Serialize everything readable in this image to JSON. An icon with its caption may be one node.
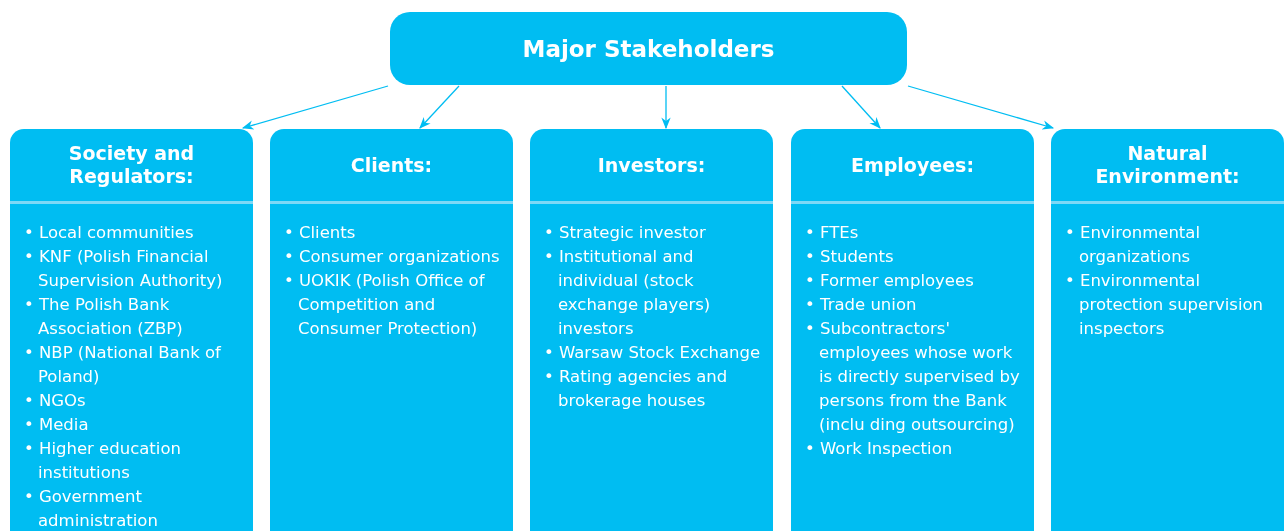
{
  "diagram": {
    "nodes": [
      {
        "text": [
          "Major Stakeholders"
        ]
      },
      {
        "text": [
          "Society and Regulators:",
          "• Local communities",
          "• KNF (Polish Financial Supervision Authority)",
          "• The Polish Bank Association (ZBP)",
          "• NBP (National Bank of Poland)",
          "• NGOs",
          "• Media",
          "• Higher education institutions",
          "• Government administration"
        ]
      },
      {
        "text": [
          "Clients:",
          "• Clients",
          "• Consumer organizations",
          "• UOKIK (Polish Office of Competition and Consumer Protection)"
        ]
      },
      {
        "text": [
          "Investors:",
          "• Strategic investor",
          "• Institutional and individual (stock exchange players) investors",
          "• Warsaw Stock Exchange",
          "• Rating agencies and brokerage houses"
        ]
      },
      {
        "text": [
          "Employees:",
          "• FTEs",
          "• Students",
          "• Former employees",
          "• Trade union",
          "• Subcontractors' employees whose work is directly supervised by persons from the Bank (inclu ding outsourcing)",
          "• Work Inspection"
        ]
      },
      {
        "text": [
          "Natural Environment:",
          "• Environmental organizations",
          "• Environmental protection supervision inspectors"
        ]
      }
    ],
    "edges": [
      {
        "from": 0,
        "to": 1,
        "arrow": "to"
      },
      {
        "from": 0,
        "to": 2,
        "arrow": "to"
      },
      {
        "from": 0,
        "to": 3,
        "arrow": "to"
      },
      {
        "from": 0,
        "to": 4,
        "arrow": "to"
      },
      {
        "from": 0,
        "to": 5,
        "arrow": "to"
      }
    ]
  }
}
